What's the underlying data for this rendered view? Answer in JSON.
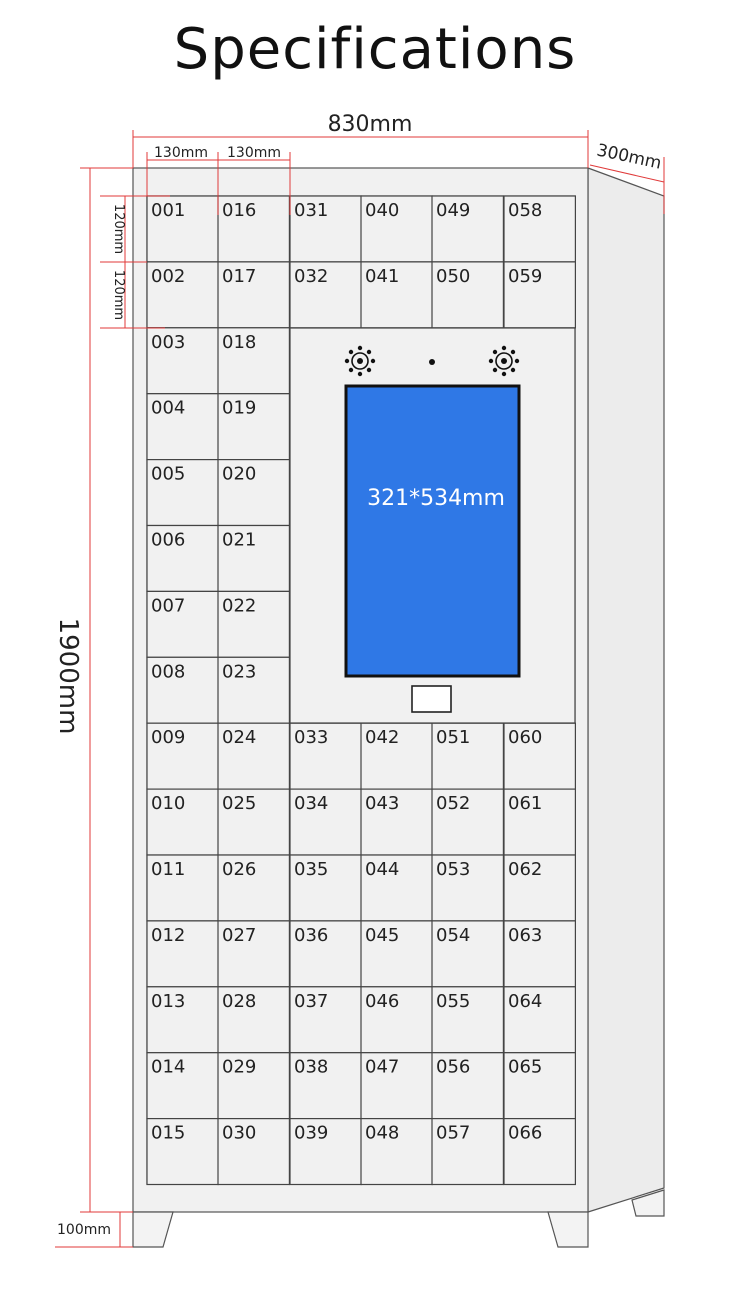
{
  "title": "Specifications",
  "dimensions": {
    "width": "830mm",
    "depth": "300mm",
    "height": "1900mm",
    "column_width_1": "130mm",
    "column_width_2": "130mm",
    "row_height_1": "120mm",
    "row_height_2": "120mm",
    "leg_height": "100mm",
    "screen": "321*534mm"
  },
  "colors": {
    "screen_fill": "#2f78e6",
    "cabinet_fill": "#f1f1f1",
    "dimension_line": "#e03a3a"
  },
  "locker_columns": [
    [
      "001",
      "002",
      "003",
      "004",
      "005",
      "006",
      "007",
      "008",
      "009",
      "010",
      "011",
      "012",
      "013",
      "014",
      "015"
    ],
    [
      "016",
      "017",
      "018",
      "019",
      "020",
      "021",
      "022",
      "023",
      "024",
      "025",
      "026",
      "027",
      "028",
      "029",
      "030"
    ],
    [
      "031",
      "032",
      "033",
      "034",
      "035",
      "036",
      "037",
      "038",
      "039"
    ],
    [
      "040",
      "041",
      "042",
      "043",
      "044",
      "045",
      "046",
      "047",
      "048"
    ],
    [
      "049",
      "050",
      "051",
      "052",
      "053",
      "054",
      "055",
      "056",
      "057"
    ],
    [
      "058",
      "059",
      "060",
      "061",
      "062",
      "063",
      "064",
      "065",
      "066"
    ]
  ],
  "icons": [
    "camera-icon-left",
    "center-dot",
    "camera-icon-right",
    "card-reader-slot"
  ]
}
